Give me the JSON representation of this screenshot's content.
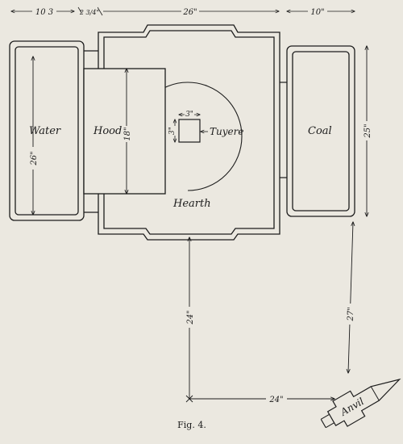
{
  "labels": {
    "water": "Water",
    "hood": "Hood",
    "tuyere": "Tuyere",
    "coal": "Coal",
    "hearth": "Hearth",
    "anvil": "Anvil"
  },
  "dimensions": {
    "top_left": "10 3",
    "top_small": "2 3/4\"",
    "top_center": "26\"",
    "top_right": "10\"",
    "water_height": "26\"",
    "hood_height": "18\"",
    "tuyere_width": "3\"",
    "tuyere_height": "3\"",
    "coal_height": "25\"",
    "vertical_24": "24\"",
    "diagonal_27": "27\"",
    "horizontal_24": "24\""
  },
  "caption": "Fig. 4.",
  "colors": {
    "paper": "#ebe8e0",
    "ink": "#1c1c1c"
  }
}
